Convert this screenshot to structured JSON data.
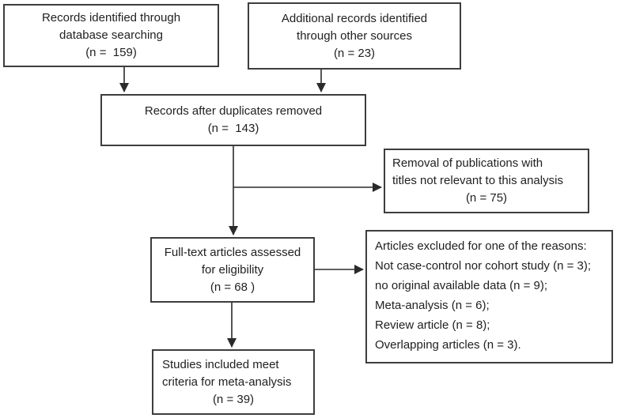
{
  "diagram": {
    "kind": "study-selection-flowchart",
    "colors": {
      "background": "#ffffff",
      "box_border": "#3d3d3d",
      "text": "#212121",
      "arrow": "#2b2b2b"
    },
    "boxes": {
      "identified_database": {
        "lines": [
          "Records identified through",
          "database searching",
          "(n =  159)"
        ],
        "n": 159
      },
      "identified_other": {
        "lines": [
          "Additional records identified",
          "through other sources",
          "(n = 23)"
        ],
        "n": 23
      },
      "after_duplicates": {
        "lines": [
          "Records after duplicates removed",
          "(n =  143)"
        ],
        "n": 143
      },
      "titles_removed": {
        "lines": [
          "Removal of publications with",
          "titles not relevant to this analysis",
          "(n = 75)"
        ],
        "n": 75
      },
      "fulltext_assessed": {
        "lines": [
          "Full-text articles assessed",
          "for eligibility",
          "(n = 68 )"
        ],
        "n": 68
      },
      "articles_excluded": {
        "lines": [
          "Articles excluded for one of the reasons:",
          "Not case-control nor cohort study (n = 3);",
          "no original available data (n = 9);",
          "Meta-analysis (n = 6);",
          "Review article (n = 8);",
          "Overlapping articles (n = 3)."
        ],
        "reasons_n": [
          3,
          9,
          6,
          8,
          3
        ]
      },
      "included": {
        "lines": [
          "Studies included meet",
          "criteria for meta-analysis",
          "(n = 39)"
        ],
        "n": 39
      }
    }
  }
}
